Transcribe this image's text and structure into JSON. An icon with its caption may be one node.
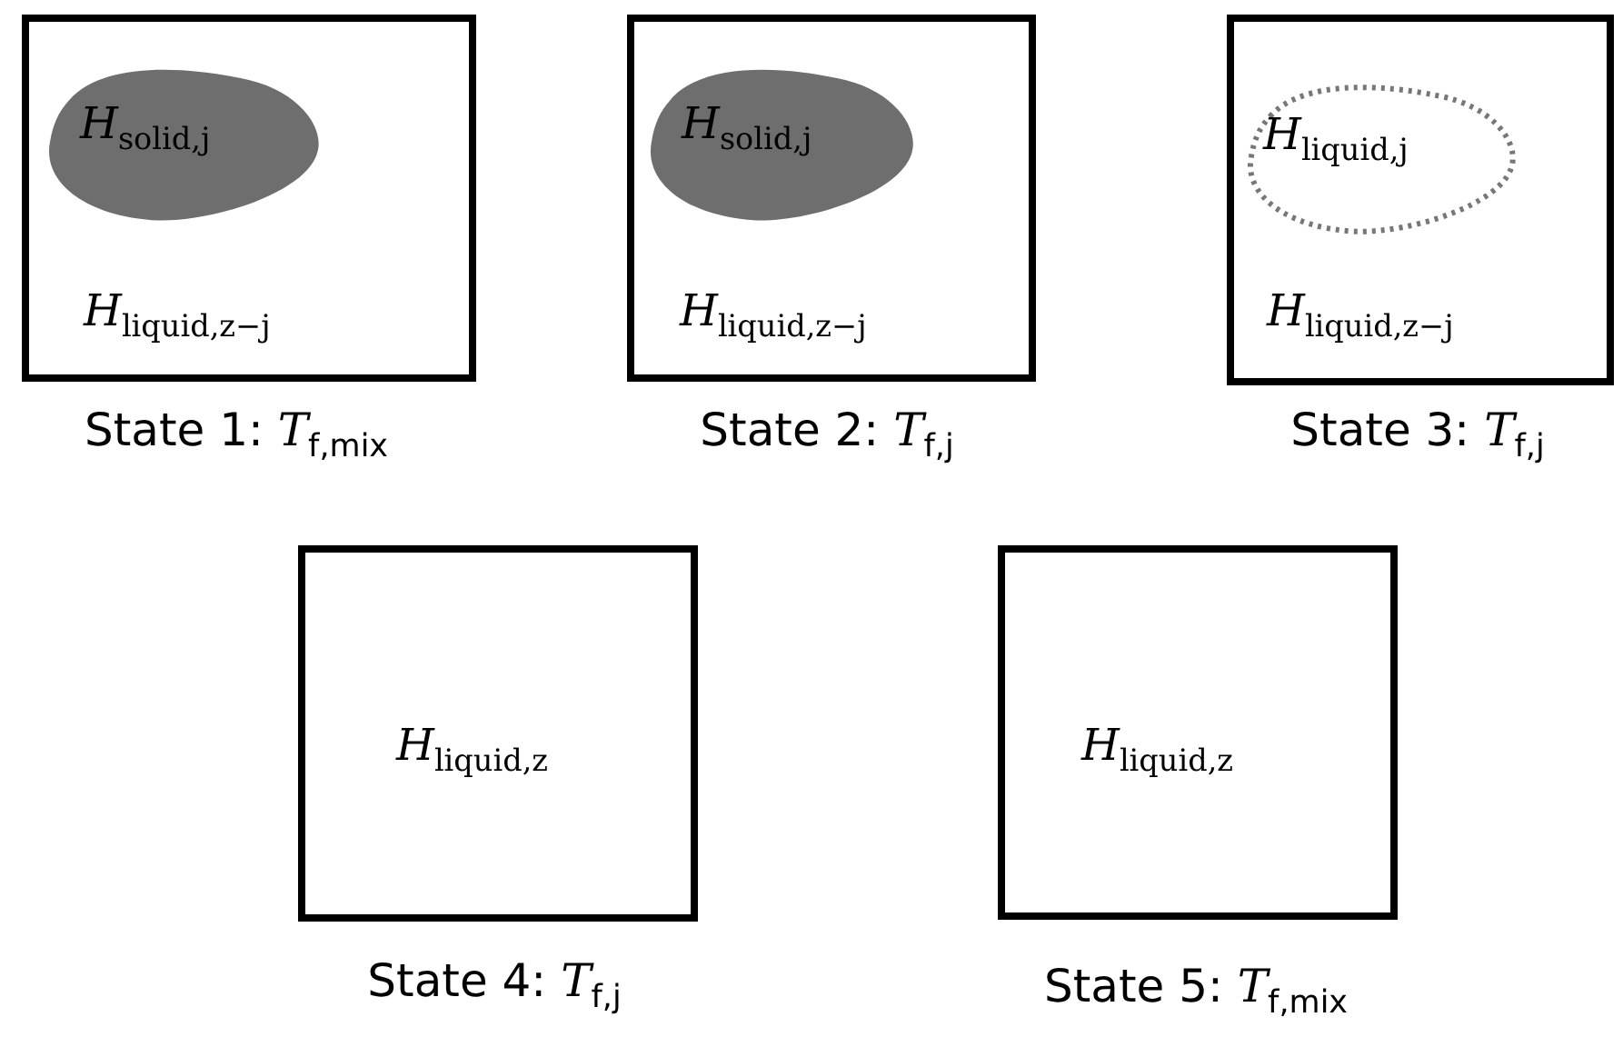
{
  "diagram": {
    "nodes": [
      {
        "text": [
          "*H*$_{liquid,z−j}$"
        ],
        "beside": [
          "State 1: *T*$_{f,mix}$"
        ]
      },
      {
        "text": [
          "*H*$_{solid,j}$"
        ],
        "in": 0
      },
      {
        "text": [
          "*H*$_{liquid,z−j}$"
        ],
        "beside": [
          "State 2: *T*$_{f,j}$"
        ]
      },
      {
        "text": [
          "*H*$_{solid,j}$"
        ],
        "in": 2
      },
      {
        "text": [
          "*H*$_{liquid,z−j}$"
        ],
        "beside": [
          "State 3: *T*$_{f,j}$"
        ]
      },
      {
        "text": [
          "*H*$_{liquid,j}$"
        ],
        "in": 4
      },
      {
        "text": [
          "*H*$_{liquid,z}$"
        ],
        "beside": [
          "State 4: *T*$_{f,j}$"
        ]
      },
      {
        "text": [
          "*H*$_{liquid,z}$"
        ],
        "beside": [
          "State 5: *T*$_{f,mix}$"
        ]
      }
    ]
  }
}
